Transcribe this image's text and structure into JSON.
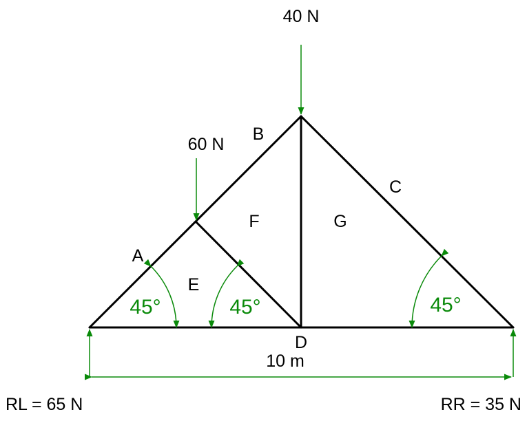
{
  "colors": {
    "members": "#000000",
    "annotations": "#0a8a0a",
    "background": "#ffffff"
  },
  "loads": {
    "apex": "40 N",
    "left_joint": "60 N"
  },
  "regions": {
    "a": "A",
    "b": "B",
    "c": "C",
    "d": "D",
    "e": "E",
    "f": "F",
    "g": "G"
  },
  "angles": {
    "left_outer": "45°",
    "left_inner": "45°",
    "right": "45°"
  },
  "span": {
    "label": "10 m"
  },
  "reactions": {
    "left": "RL = 65 N",
    "right": "RR = 35 N"
  }
}
